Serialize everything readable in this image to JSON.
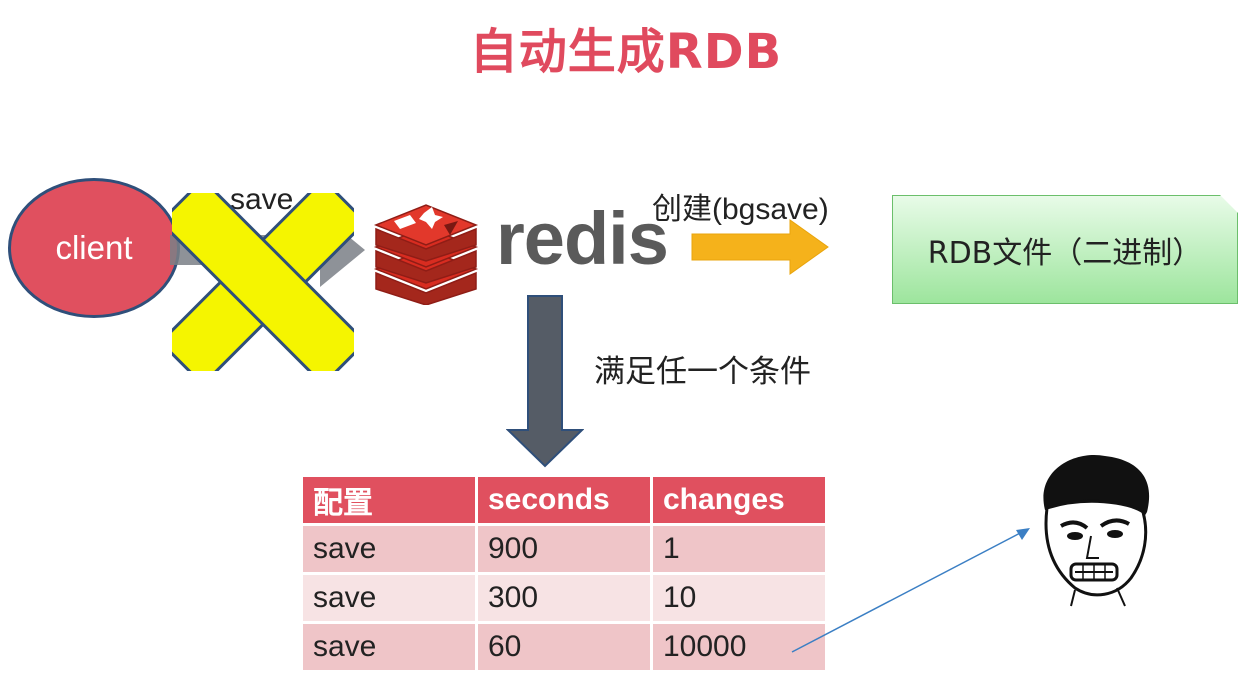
{
  "title": "自动生成RDB",
  "client": {
    "label": "client"
  },
  "save_label": "save",
  "redis": {
    "wordmark": "redis"
  },
  "create_label": "创建(bgsave)",
  "rdb_file": {
    "label": "RDB文件（二进制）"
  },
  "condition_label": "满足任一个条件",
  "table": {
    "headers": [
      "配置",
      "seconds",
      "changes"
    ],
    "rows": [
      [
        "save",
        "900",
        "1"
      ],
      [
        "save",
        "300",
        "10"
      ],
      [
        "save",
        "60",
        "10000"
      ]
    ]
  },
  "colors": {
    "accent": "#e04a5e",
    "client_fill": "#e0505f",
    "cross": "#f5f500",
    "orange_arrow": "#f5b21b",
    "gray_arrow": "#555c66",
    "rdb_box": "#9de59d"
  }
}
